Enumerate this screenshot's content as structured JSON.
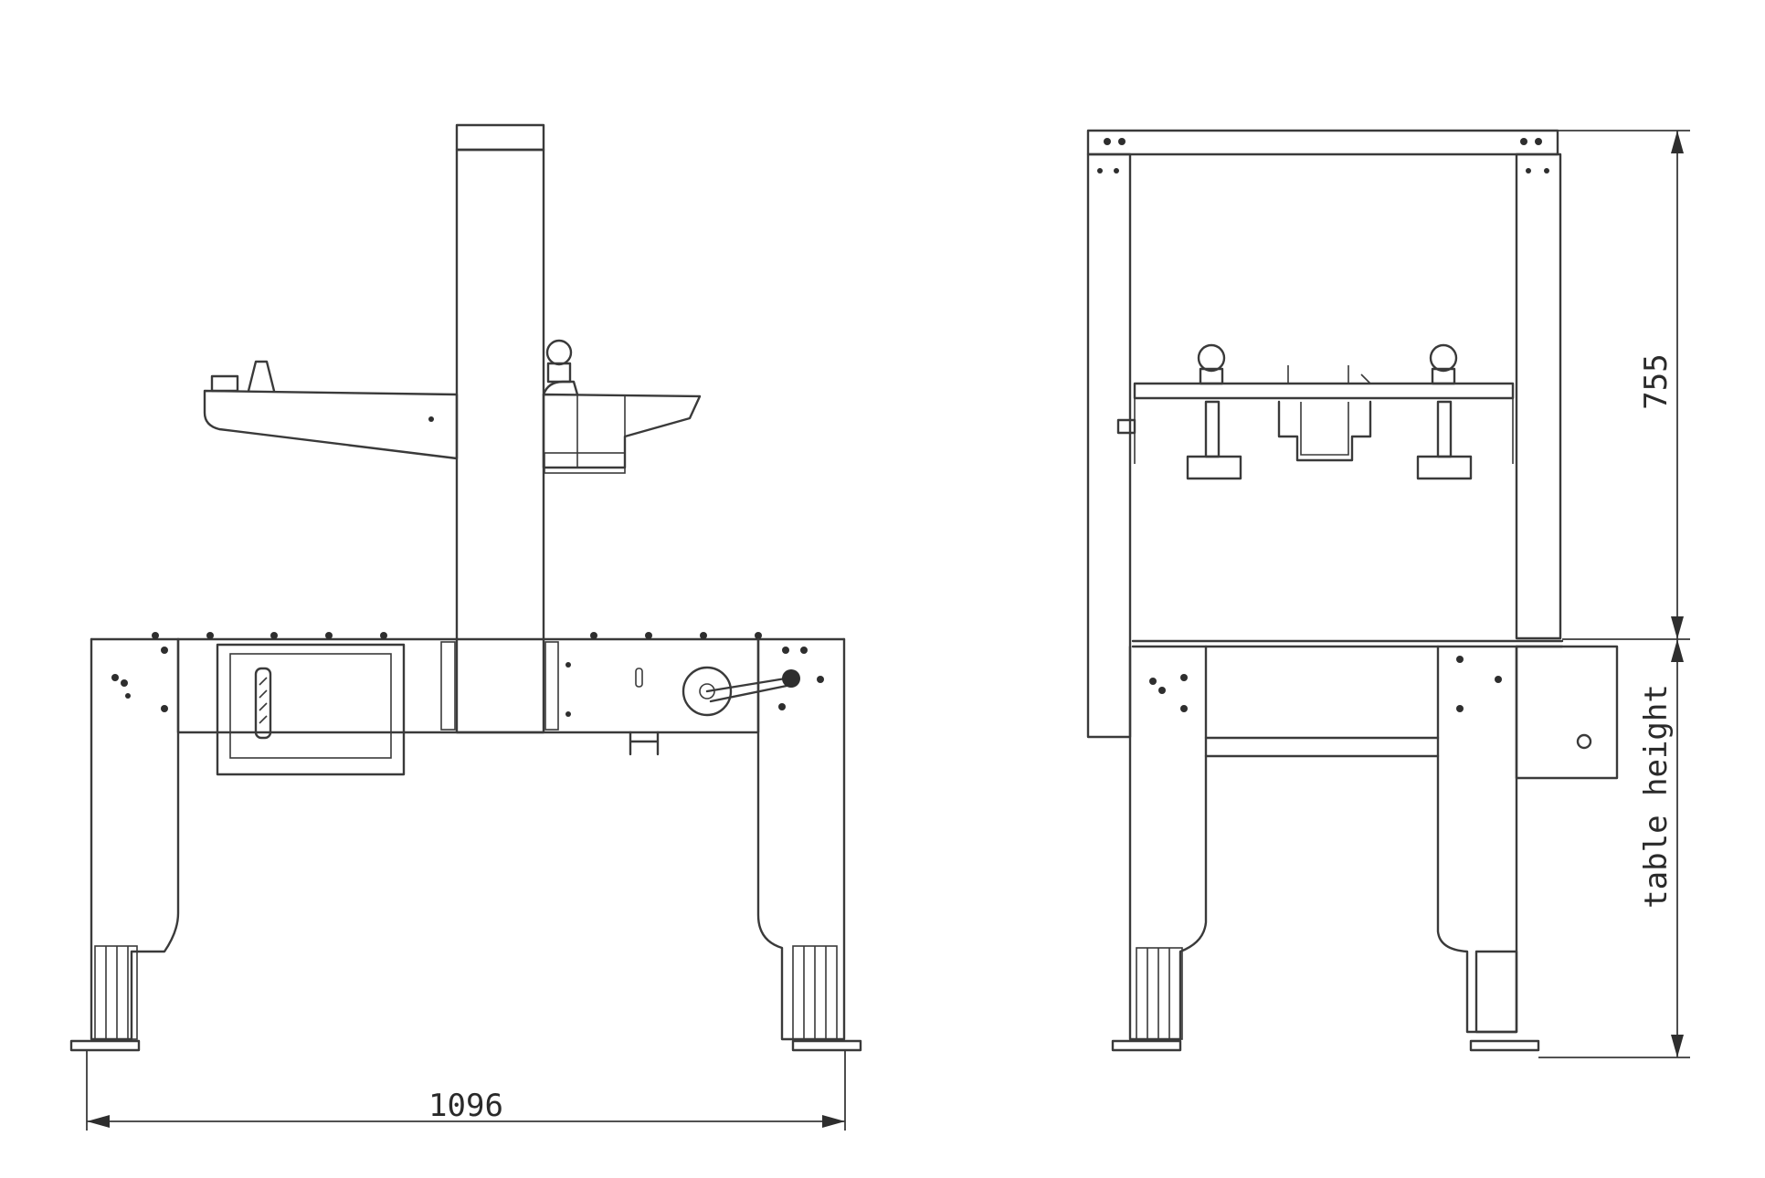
{
  "dimensions": {
    "width_label": "1096",
    "height_label": "755",
    "table_height_label": "table height"
  },
  "colors": {
    "line": "#3a3a3a",
    "background": "#ffffff"
  }
}
